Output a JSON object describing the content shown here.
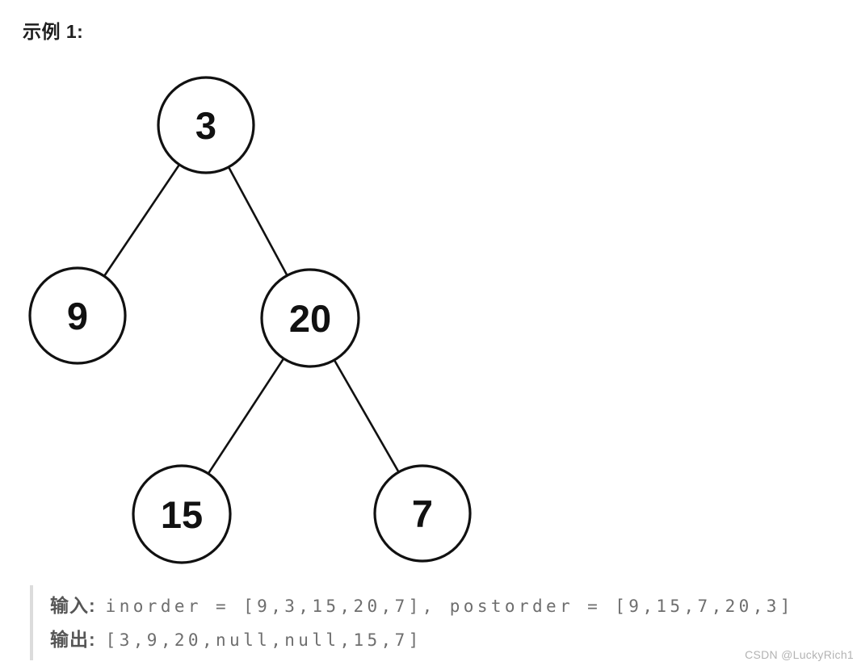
{
  "page": {
    "title": "示例 1:",
    "watermark": "CSDN @LuckyRich1",
    "background": "#ffffff"
  },
  "tree": {
    "type": "binary-tree",
    "nodes": [
      {
        "id": "root",
        "value": "3"
      },
      {
        "id": "root-left",
        "value": "9"
      },
      {
        "id": "root-right",
        "value": "20"
      },
      {
        "id": "right-left",
        "value": "15"
      },
      {
        "id": "right-right",
        "value": "7"
      }
    ],
    "edges": [
      {
        "from": "3",
        "to": "9"
      },
      {
        "from": "3",
        "to": "20"
      },
      {
        "from": "20",
        "to": "15"
      },
      {
        "from": "20",
        "to": "7"
      }
    ]
  },
  "example": {
    "input_label": "输入:",
    "input_value": "inorder = [9,3,15,20,7], postorder = [9,15,7,20,3]",
    "output_label": "输出:",
    "output_value": "[3,9,20,null,null,15,7]"
  },
  "colors": {
    "title_text": "#1f1f1f",
    "label_text": "#565656",
    "code_text": "#6e6e6e",
    "code_border": "#dcdcdc",
    "tree_stroke": "#111111",
    "watermark_text": "#b3b3b3"
  }
}
